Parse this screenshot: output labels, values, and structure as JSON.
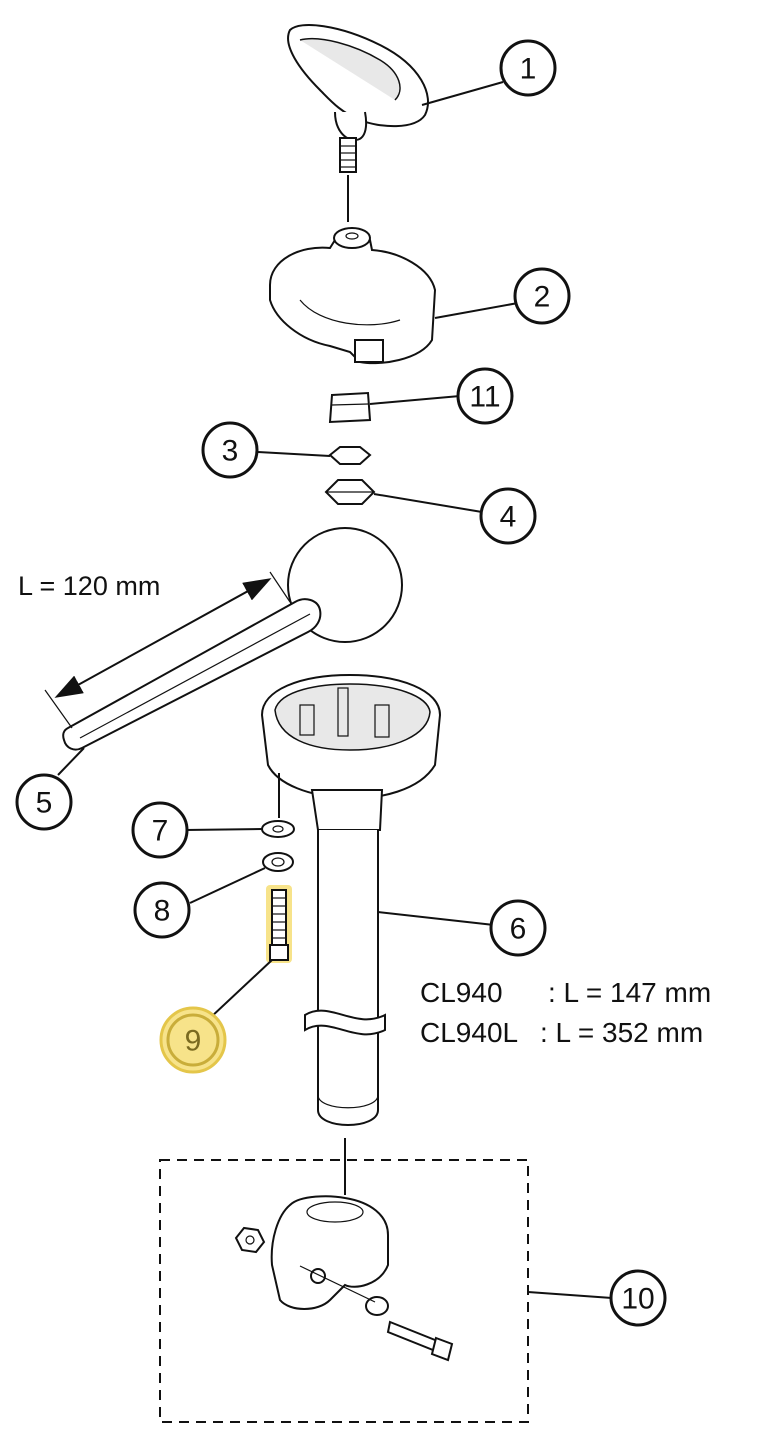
{
  "callouts": {
    "c1": "1",
    "c2": "2",
    "c3": "3",
    "c4": "4",
    "c5": "5",
    "c6": "6",
    "c7": "7",
    "c8": "8",
    "c9": "9",
    "c10": "10",
    "c11": "11"
  },
  "dimension_label": "L = 120 mm",
  "spec": {
    "line1_model": "CL940",
    "line1_value": ": L = 147 mm",
    "line2_model": "CL940L",
    "line2_value": ": L = 352 mm"
  },
  "highlight_color": "#f7e38a"
}
